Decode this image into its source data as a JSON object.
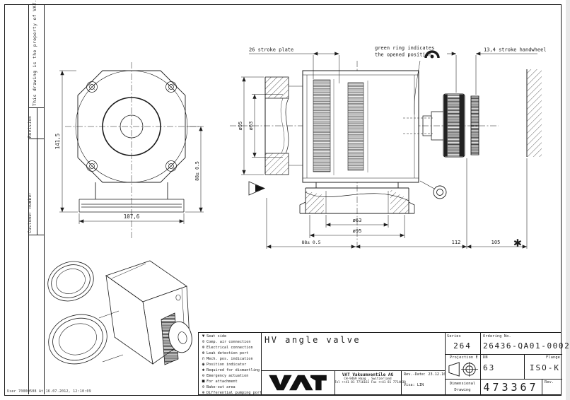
{
  "colors": {
    "ink": "#1c1c1c",
    "paper": "#ffffff"
  },
  "frame": {
    "property_note": "This drawing is the property of VAT.",
    "revision_label": "Revision",
    "customer_number_label": "Customer number",
    "print_note": "User 70000508 At 16.07.2012, 12:10:09"
  },
  "annotations": {
    "stroke_plate": "26 stroke plate",
    "green_ring_line1": "green ring indicates",
    "green_ring_line2": "the opened position",
    "stroke_handwheel": "13,4 stroke handwheel",
    "dismantling_mark": "✱"
  },
  "front_view": {
    "height": "141,5",
    "center_height": "88± 0.5",
    "width": "107,6"
  },
  "section_view": {
    "flange_od": "ø95",
    "flange_id": "ø63",
    "bottom_flange_id": "ø63",
    "bottom_flange_od": "ø95",
    "dim_left": "88± 0.5",
    "dim_mid": "112",
    "dim_right": "105"
  },
  "legend": {
    "items": [
      {
        "icon": "▼",
        "label": "Seat side"
      },
      {
        "icon": "⊙",
        "label": "Comp. air connection"
      },
      {
        "icon": "⊗",
        "label": "Electrical connection"
      },
      {
        "icon": "⊛",
        "label": "Leak detection port"
      },
      {
        "icon": "∩",
        "label": "Mech. pos. indication"
      },
      {
        "icon": "◉",
        "label": "Position indicator"
      },
      {
        "icon": "✱",
        "label": "Required for dismantling"
      },
      {
        "icon": "⊖",
        "label": "Emergency actuation"
      },
      {
        "icon": "■",
        "label": "For attachment"
      },
      {
        "icon": "⊘",
        "label": "Bake-out area"
      },
      {
        "icon": "⊕",
        "label": "Differential pumping port"
      }
    ]
  },
  "title_block": {
    "title": "HV angle valve",
    "series_label": "Series",
    "series_value": "264",
    "ordering_label": "Ordering No.",
    "ordering_value": "26436-QA01-0002",
    "projection_label": "Projection E",
    "dn_label": "DN",
    "dn_value": "63",
    "flange_label": "Flange",
    "flange_value": "ISO-K",
    "company_name": "VAT Vakuumventile AG",
    "company_address": "CH-9469 Haag , Switzerland",
    "company_phone": "Tel ++41 81 7716161 Fax ++41 81 7714830",
    "rev_date": "Rev.-Date: 23.12.10",
    "visa": "Visa: LIN",
    "doc_type_line1": "Dimensional",
    "doc_type_line2": "Drawing",
    "doc_number": "473367",
    "rev_label": "Rev."
  }
}
